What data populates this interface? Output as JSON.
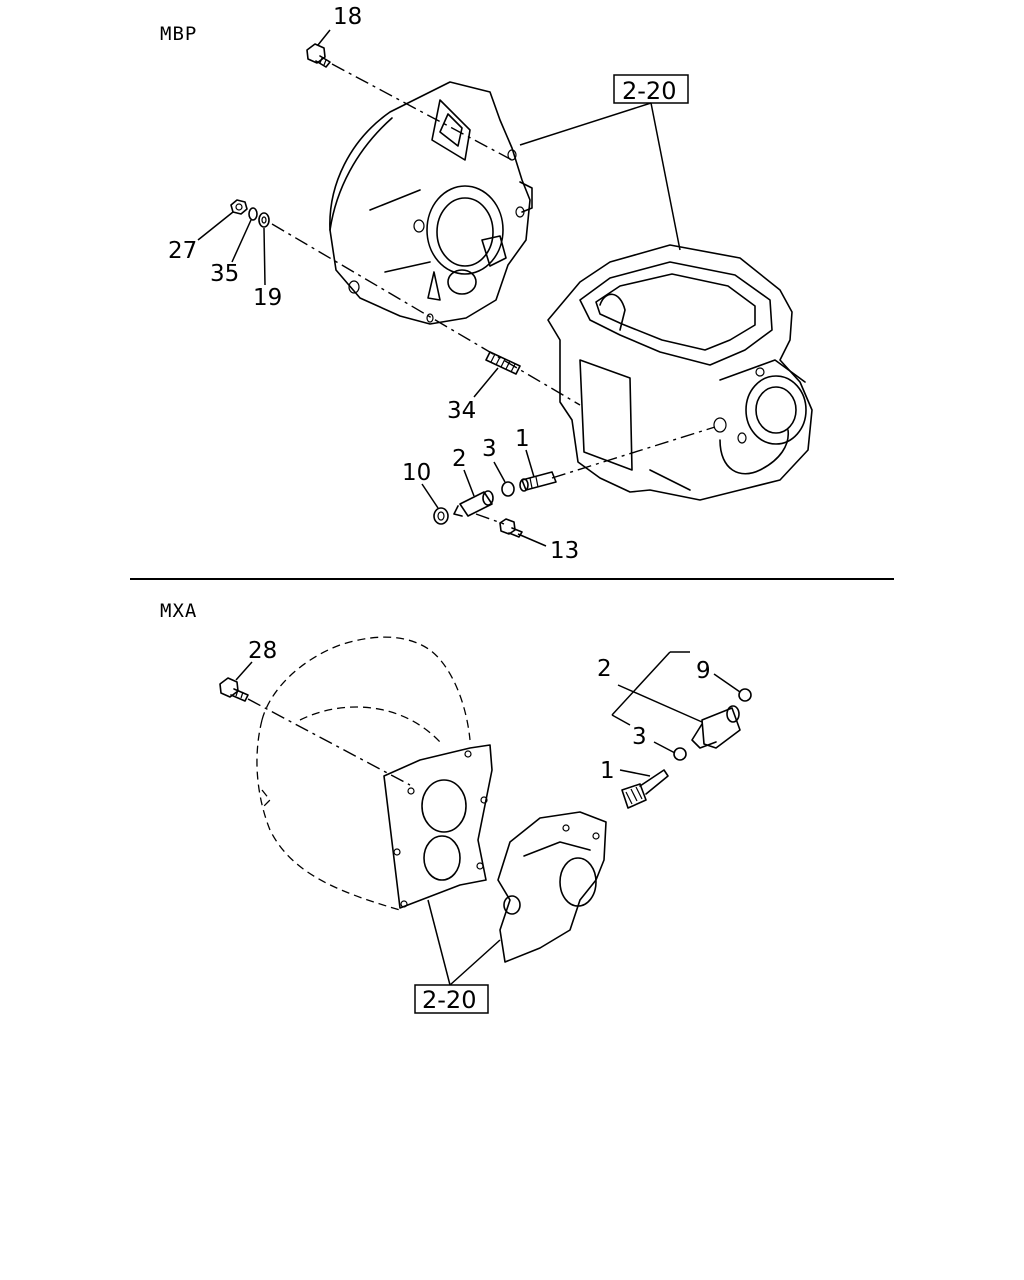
{
  "sections": [
    {
      "name": "MBP",
      "callouts": [
        "18",
        "27",
        "35",
        "19",
        "34",
        "10",
        "2",
        "3",
        "1",
        "13"
      ],
      "ref_box": "2-20"
    },
    {
      "name": "MXA",
      "callouts": [
        "28",
        "2",
        "9",
        "3",
        "1"
      ],
      "ref_box": "2-20"
    }
  ]
}
